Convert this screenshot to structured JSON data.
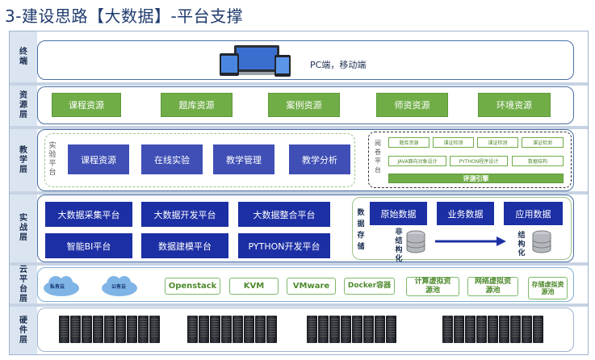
{
  "title": "3-建设思路【大数据】-平台支撑",
  "layers": {
    "terminal": {
      "label": "终端",
      "devices_text": "PC端，移动端"
    },
    "resource": {
      "label": "资源层",
      "items": [
        "课程资源",
        "题库资源",
        "案例资源",
        "师资资源",
        "环境资源"
      ]
    },
    "teaching": {
      "label": "教学层",
      "lab_platform_label": "实验平台",
      "lab_items": [
        "课程资源",
        "在线实验",
        "教学管理",
        "教学分析"
      ],
      "exam_platform_label": "阅卷平台",
      "exam_items": [
        "题库资源",
        "课证检测",
        "课证检测",
        "课证检测",
        "JAVA面向对象设计",
        "PYTHON程序设计",
        "数据结构"
      ],
      "exam_engine": "评测引擎"
    },
    "practice": {
      "label": "实战层",
      "platforms": [
        "大数据采集平台",
        "大数据开发平台",
        "大数据整合平台",
        "智能BI平台",
        "数据建模平台",
        "PYTHON开发平台"
      ],
      "storage_label": "数据存储",
      "storage_items": [
        "原始数据",
        "业务数据",
        "应用数据"
      ],
      "unstructured_label": "非结构化",
      "structured_label": "结构化"
    },
    "cloud": {
      "label": "云平台层",
      "clouds": [
        "私有云",
        "公有云"
      ],
      "technologies": [
        "Openstack",
        "KVM",
        "VMware",
        "Docker容器"
      ],
      "pools": [
        "计算虚拟资源池",
        "网络虚拟资源池",
        "存储虚拟资源池"
      ]
    },
    "hardware": {
      "label": "硬件层"
    }
  },
  "colors": {
    "green": "#70ad47",
    "blue": "#3f4fb5",
    "navy": "#1c2fa4",
    "panel_border": "#4a6fa5",
    "side_bg": "#dbe5f1"
  }
}
